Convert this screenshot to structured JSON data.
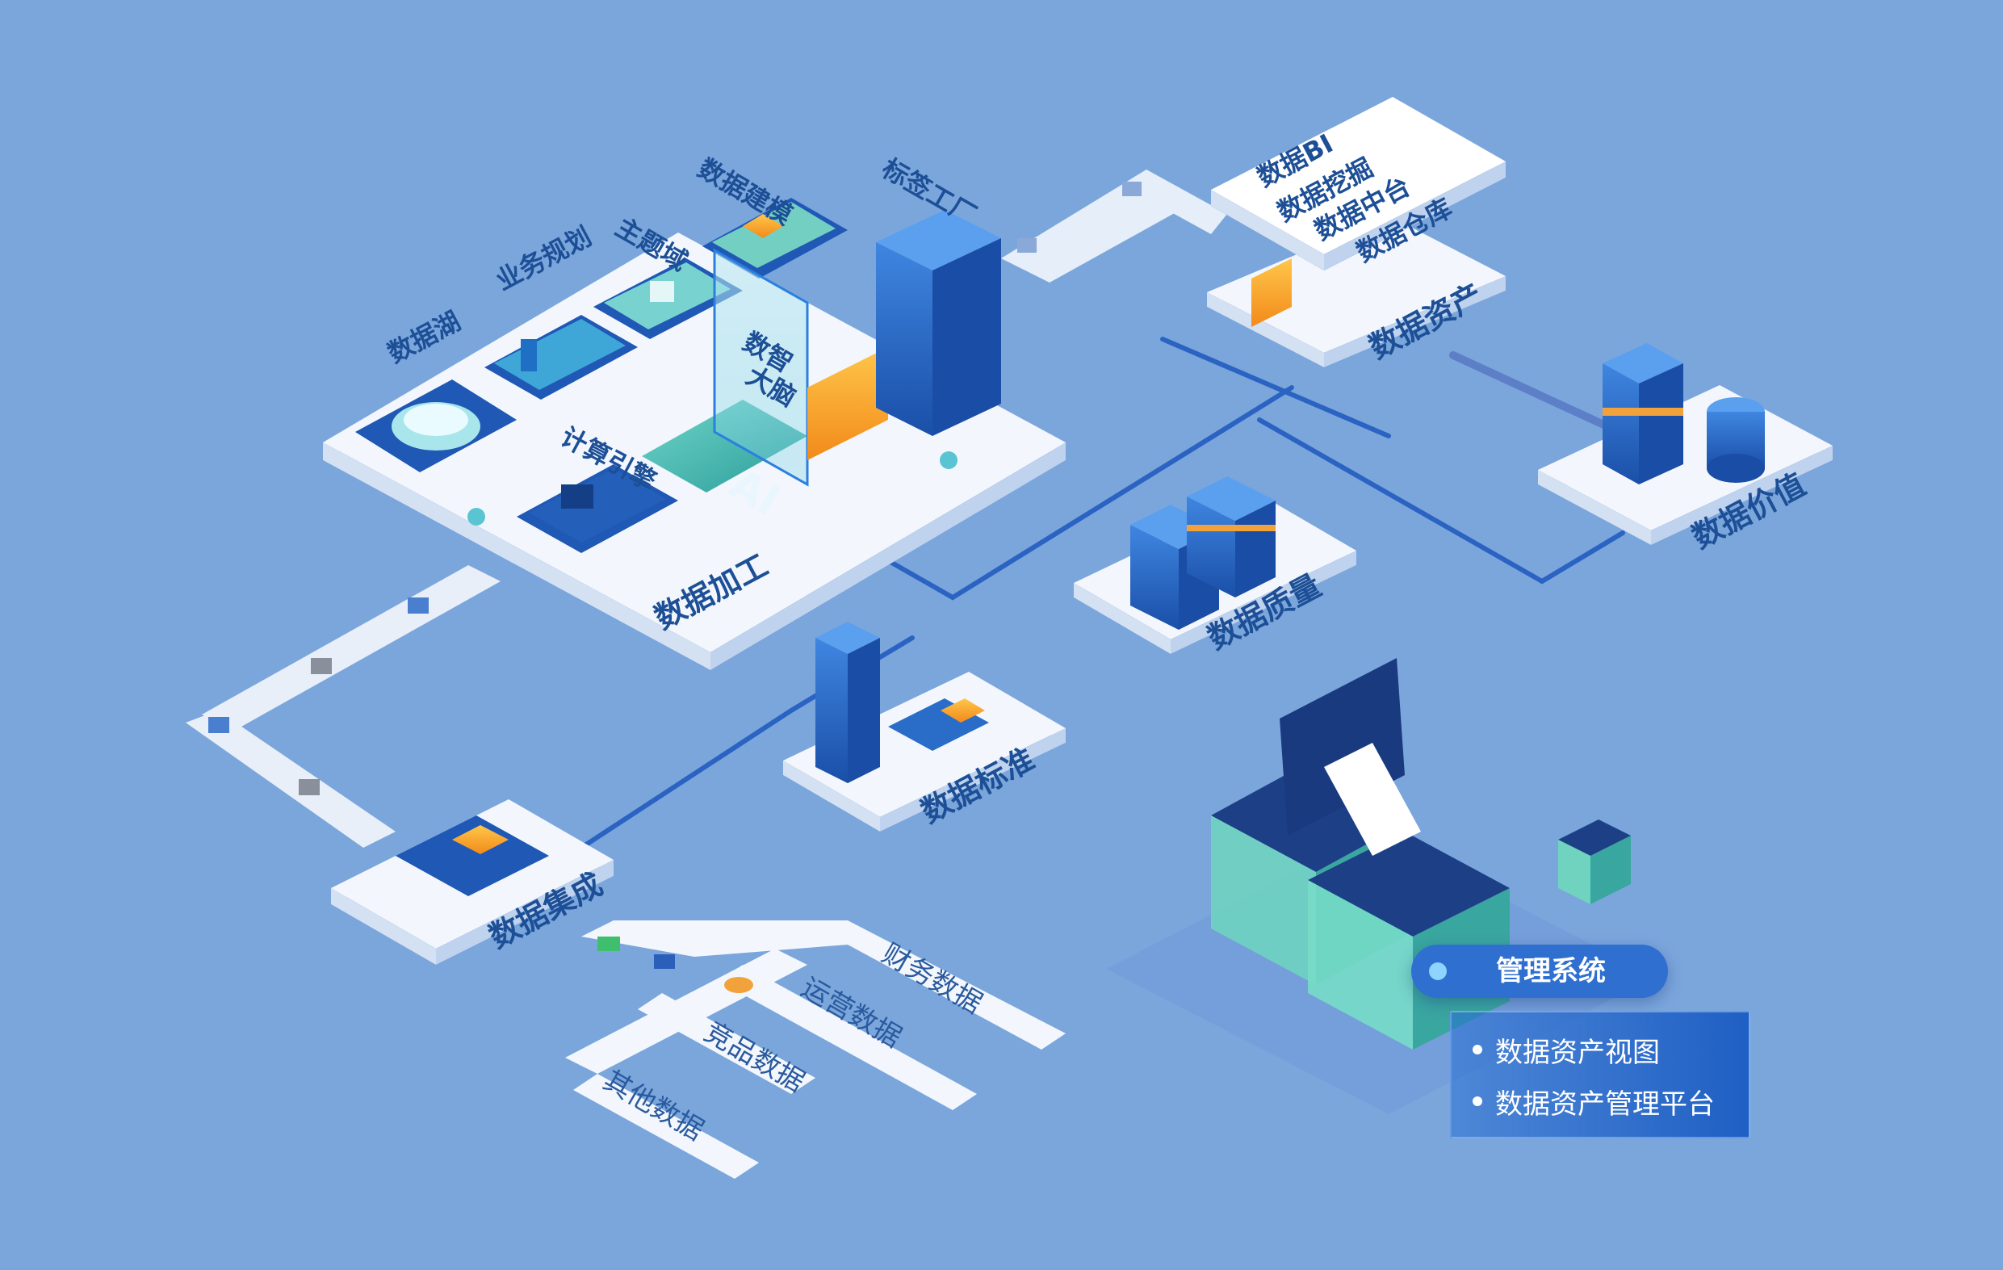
{
  "processing": {
    "lake": "数据湖",
    "business_plan": "业务规划",
    "subject_domain": "主题域",
    "modeling": "数据建模",
    "tag_factory": "标签工厂",
    "brain_line1": "数智",
    "brain_line2": "大脑",
    "ai_mark": "AI",
    "compute_engine": "计算引擎",
    "platform": "数据加工"
  },
  "top_right": {
    "bi": "数据BI",
    "mining": "数据挖掘",
    "middle_platform": "数据中台",
    "warehouse": "数据仓库",
    "assets": "数据资产"
  },
  "value": "数据价值",
  "quality": "数据质量",
  "standard": "数据标准",
  "integration": "数据集成",
  "sources": [
    "财务数据",
    "运营数据",
    "竞品数据",
    "其他数据"
  ],
  "management": {
    "title": "管理系统",
    "items": [
      "数据资产视图",
      "数据资产管理平台"
    ]
  }
}
